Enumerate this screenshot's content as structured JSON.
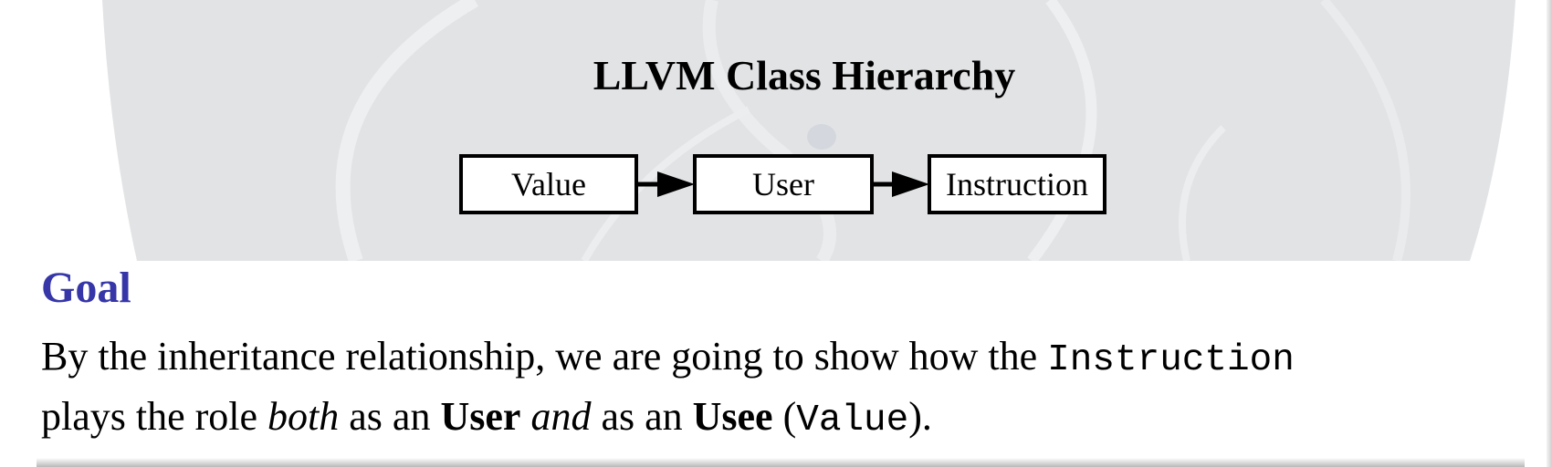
{
  "diagram": {
    "title": "LLVM Class Hierarchy",
    "nodes": [
      {
        "label": "Value"
      },
      {
        "label": "User"
      },
      {
        "label": "Instruction"
      }
    ],
    "edges": [
      {
        "from": "Value",
        "to": "User"
      },
      {
        "from": "User",
        "to": "Instruction"
      }
    ]
  },
  "goal": {
    "heading": "Goal",
    "line1_text": "By the inheritance relationship, we are going to show how the ",
    "line1_code": "Instruction",
    "line2_text1": "plays the role ",
    "line2_em1": "both",
    "line2_text2": " as an ",
    "line2_bold1": "User",
    "line2_text3": " ",
    "line2_em2": "and",
    "line2_text4": " as an ",
    "line2_bold2": "Usee",
    "line2_text5": " (",
    "line2_code": "Value",
    "line2_text6": ")."
  },
  "colors": {
    "heading": "#3636a8",
    "backdrop": "#e2e3e5",
    "text": "#000000"
  }
}
